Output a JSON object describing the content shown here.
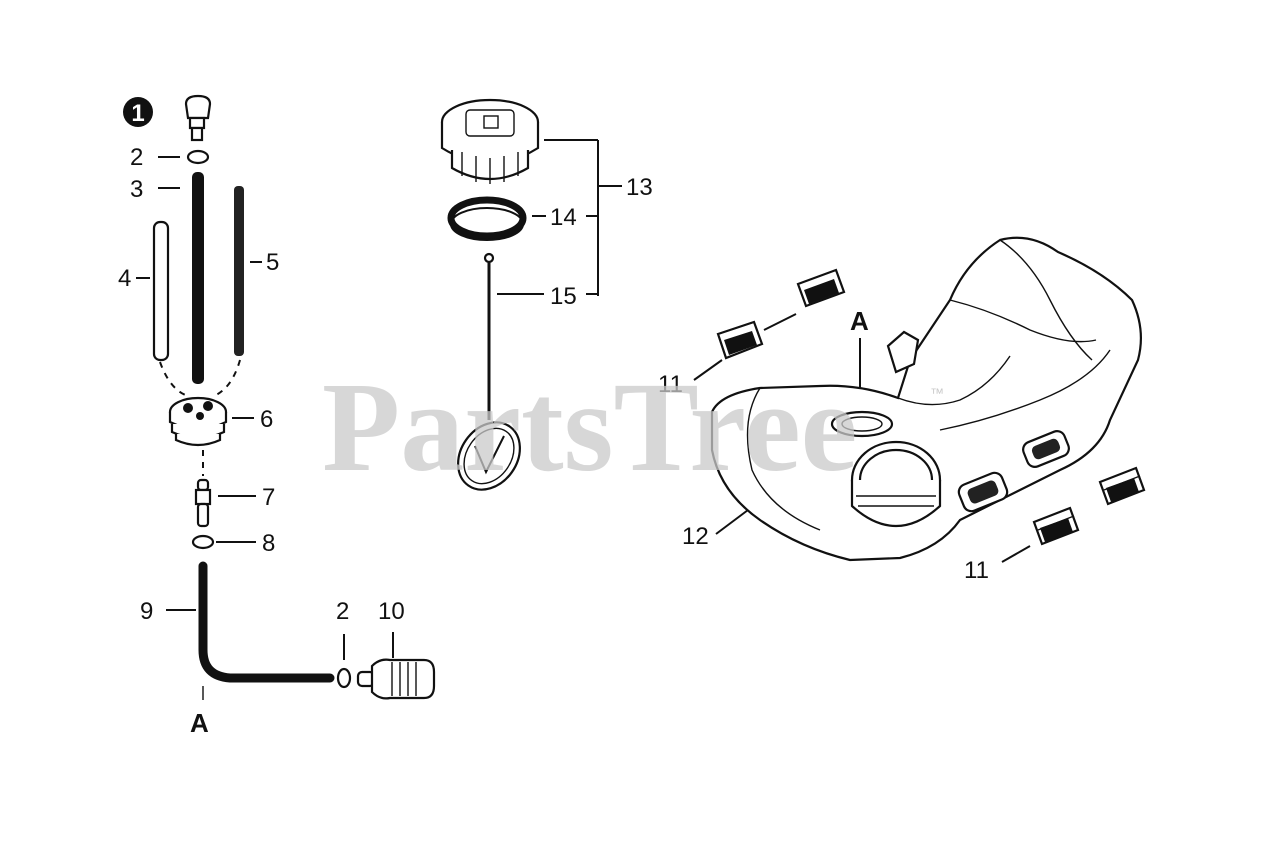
{
  "watermark": {
    "text": "PartsTree",
    "trademark": "™"
  },
  "callouts": {
    "c1": "1",
    "c2a": "2",
    "c3": "3",
    "c4": "4",
    "c5": "5",
    "c6": "6",
    "c7": "7",
    "c8": "8",
    "c9": "9",
    "c2b": "2",
    "c10": "10",
    "c13": "13",
    "c14": "14",
    "c15": "15",
    "c11a": "11",
    "c11b": "11",
    "c12": "12"
  },
  "connectors": {
    "a_bottom": "A",
    "a_tank": "A"
  }
}
